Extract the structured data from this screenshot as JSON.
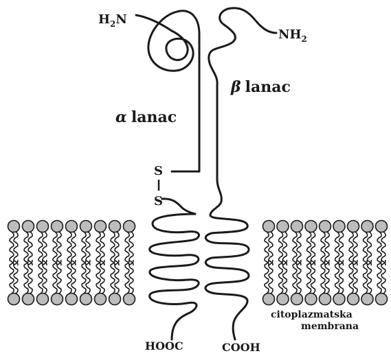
{
  "labels": {
    "h2n": "H2N",
    "nh2": "NH2",
    "alpha_symbol": "α",
    "alpha_word": "lanac",
    "beta_symbol": "β",
    "beta_word": "lanac",
    "s_top": "S",
    "s_bottom": "S",
    "hooc": "HOOC",
    "cooh": "COOH",
    "membrane_line1": "citoplazmatska",
    "membrane_line2": "membrana"
  },
  "colors": {
    "line": "#1a1a1a",
    "lipid_head": "#bcbcbc",
    "background": "#ffffff"
  }
}
